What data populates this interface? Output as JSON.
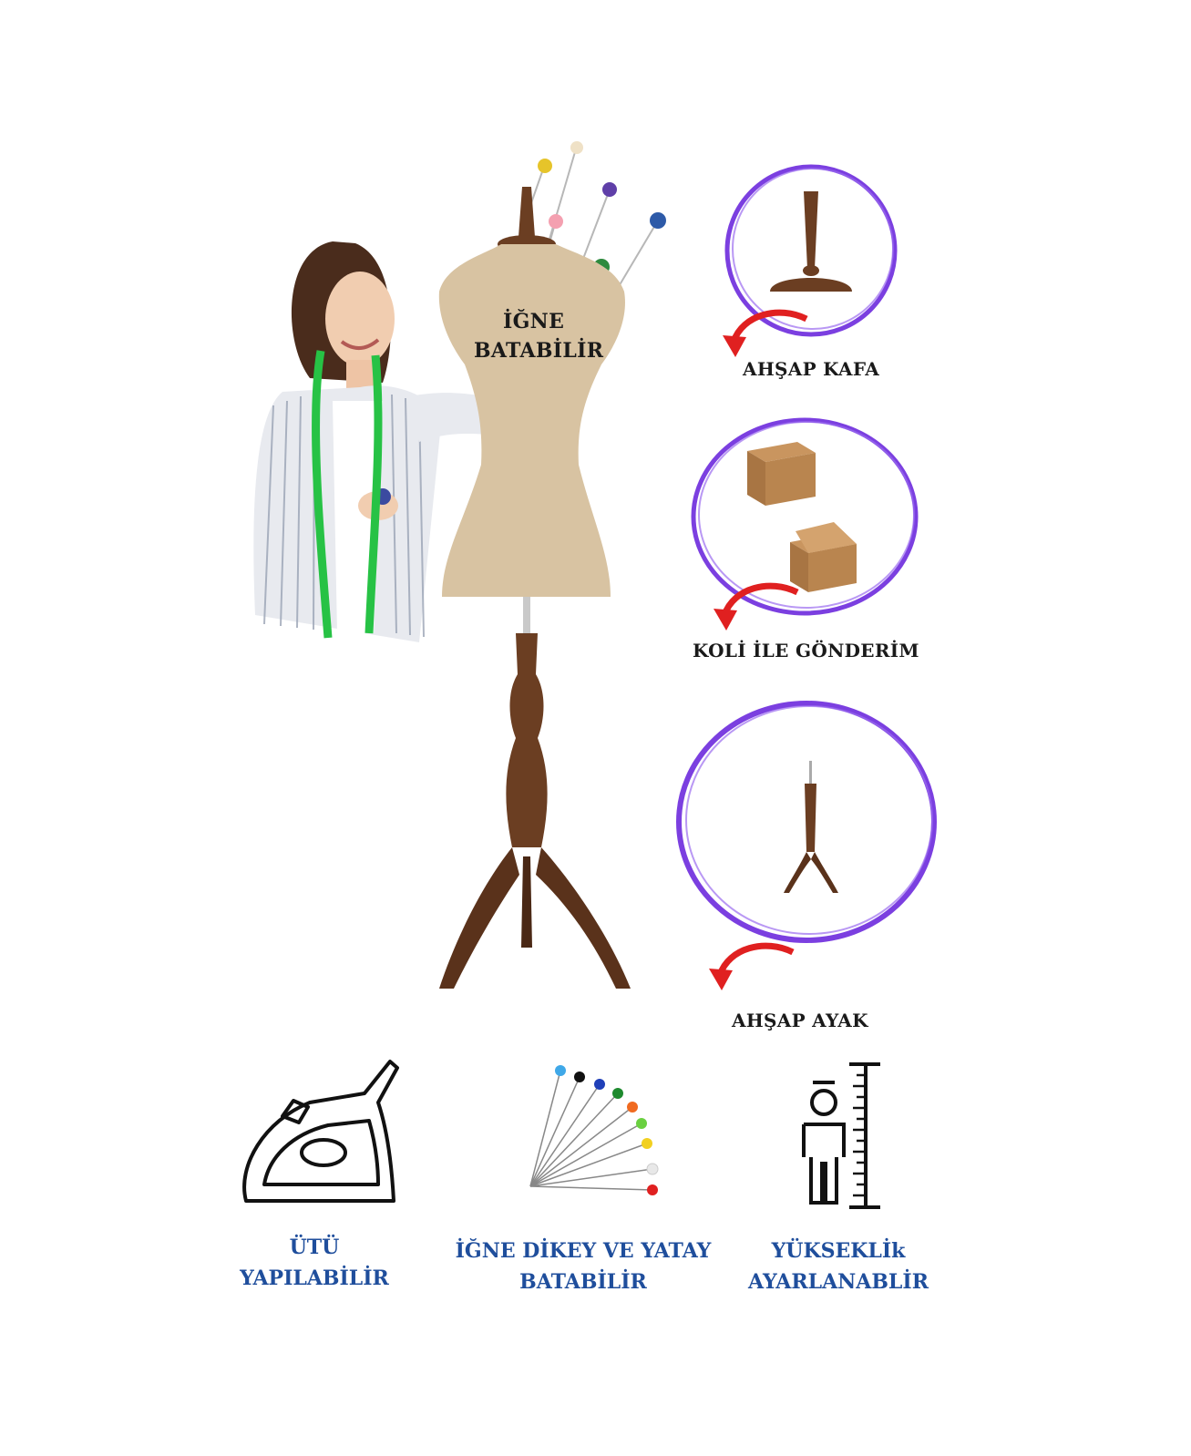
{
  "mannequin": {
    "text_line1": "İĞNE",
    "text_line2": "BATABİLİR"
  },
  "features": {
    "head": {
      "label": "AHŞAP KAFA"
    },
    "box": {
      "label": "KOLİ İLE GÖNDERİM"
    },
    "stand": {
      "label": "AHŞAP AYAK"
    }
  },
  "bottom": {
    "iron": {
      "line1": "ÜTÜ",
      "line2": "YAPILABİLİR"
    },
    "pins": {
      "line1": "İĞNE DİKEY VE YATAY",
      "line2": "BATABİLİR"
    },
    "height": {
      "line1": "YÜKSEKLİk",
      "line2": "AYARLANABLİR"
    }
  },
  "colors": {
    "ring": "#7b3fe0",
    "arrow": "#e02020",
    "wood": "#6b3e22",
    "fabric": "#d8c3a2",
    "blue_text": "#1f4e9c"
  },
  "icons": [
    "iron-icon",
    "pins-icon",
    "height-ruler-icon",
    "red-arrow-icon"
  ]
}
